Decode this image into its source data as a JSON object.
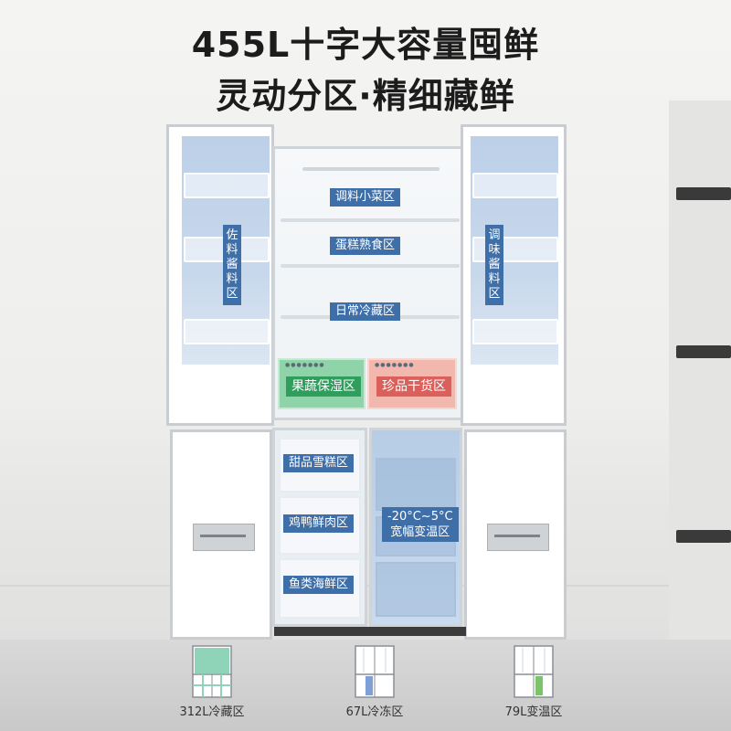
{
  "headline": {
    "line1": "455L十字大容量囤鲜",
    "line2": "灵动分区·精细藏鲜"
  },
  "zones": {
    "top_left_door": "佐料酱料区",
    "top_right_door": "调味酱料区",
    "shelf_1": "调料小菜区",
    "shelf_2": "蛋糕熟食区",
    "shelf_3": "日常冷藏区",
    "drawer_left": "果蔬保湿区",
    "drawer_right": "珍品干货区",
    "freezer_left_1": "甜品雪糕区",
    "freezer_left_2": "鸡鸭鲜肉区",
    "freezer_left_3": "鱼类海鲜区",
    "freezer_right_line1": "-20°C~5°C",
    "freezer_right_line2": "宽幅变温区"
  },
  "capacity": [
    {
      "label": "312L冷藏区",
      "highlight": "#8fd3b9"
    },
    {
      "label": "67L冷冻区",
      "highlight": "#7f9fd6"
    },
    {
      "label": "79L变温区",
      "highlight": "#7cc46a"
    }
  ],
  "colors": {
    "zone_label_bg": "#3f6fa8",
    "fruit_drawer": "#8fd3a9",
    "dry_goods_drawer": "#f3b8ad"
  }
}
